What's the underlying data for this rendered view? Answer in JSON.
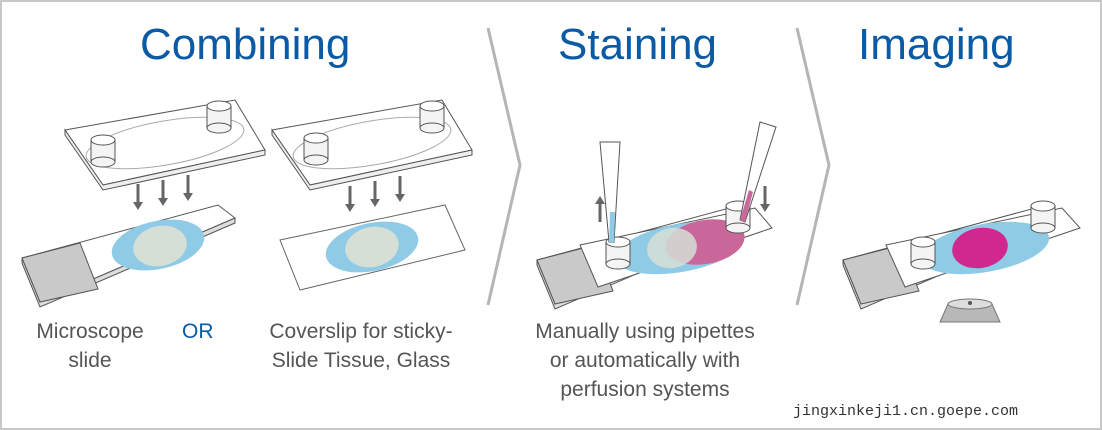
{
  "sections": {
    "combining": {
      "title": "Combining",
      "caption_left": [
        "Microscope",
        "slide"
      ],
      "or_label": "OR",
      "caption_right": [
        "Coverslip for sticky-",
        "Slide Tissue, Glass"
      ]
    },
    "staining": {
      "title": "Staining",
      "caption": [
        "Manually using pipettes",
        "or automatically with",
        "perfusion systems"
      ]
    },
    "imaging": {
      "title": "Imaging"
    }
  },
  "watermark": "jingxinkeji1.cn.goepe.com",
  "colors": {
    "title": "#0a5aa5",
    "text": "#555555",
    "stain_blue": "#8fcbe6",
    "tissue": "#d6dfd6",
    "stain_pink": "#c9679a",
    "magenta": "#d0288f"
  }
}
